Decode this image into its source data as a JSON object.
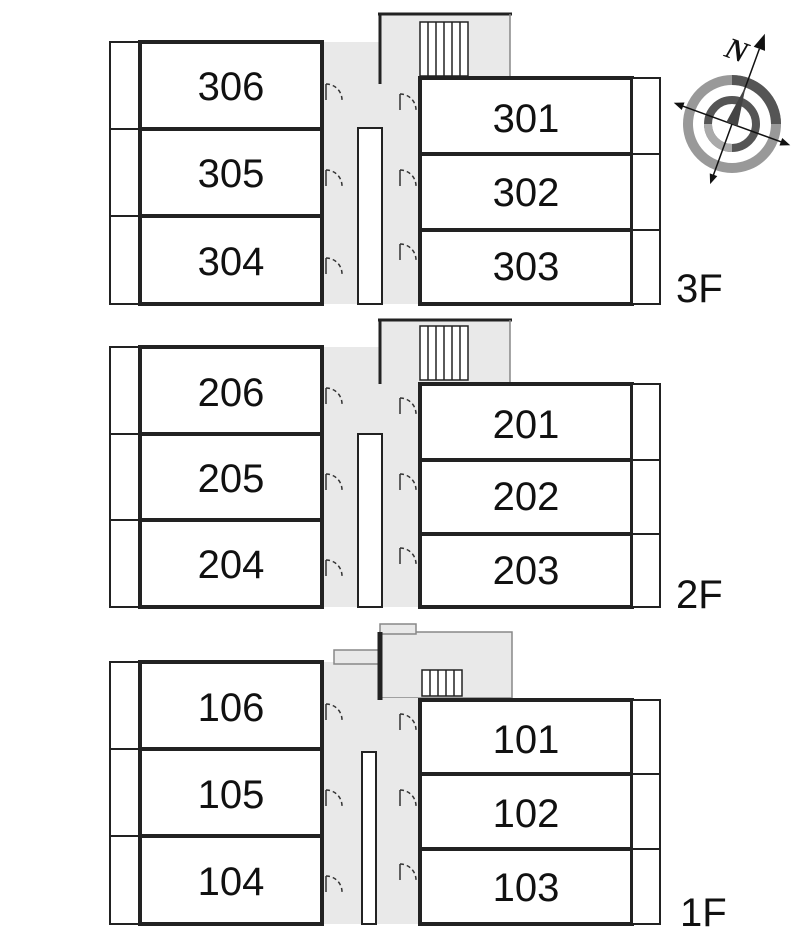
{
  "floors": [
    {
      "label": "3F",
      "left_units": [
        "306",
        "305",
        "304"
      ],
      "right_units": [
        "301",
        "302",
        "303"
      ]
    },
    {
      "label": "2F",
      "left_units": [
        "206",
        "205",
        "204"
      ],
      "right_units": [
        "201",
        "202",
        "203"
      ]
    },
    {
      "label": "1F",
      "left_units": [
        "106",
        "105",
        "104"
      ],
      "right_units": [
        "101",
        "102",
        "103"
      ]
    }
  ],
  "compass": {
    "north_label": "N"
  },
  "colors": {
    "wall": "#222222",
    "corridor": "#e9e9e9",
    "outline": "#888888"
  }
}
